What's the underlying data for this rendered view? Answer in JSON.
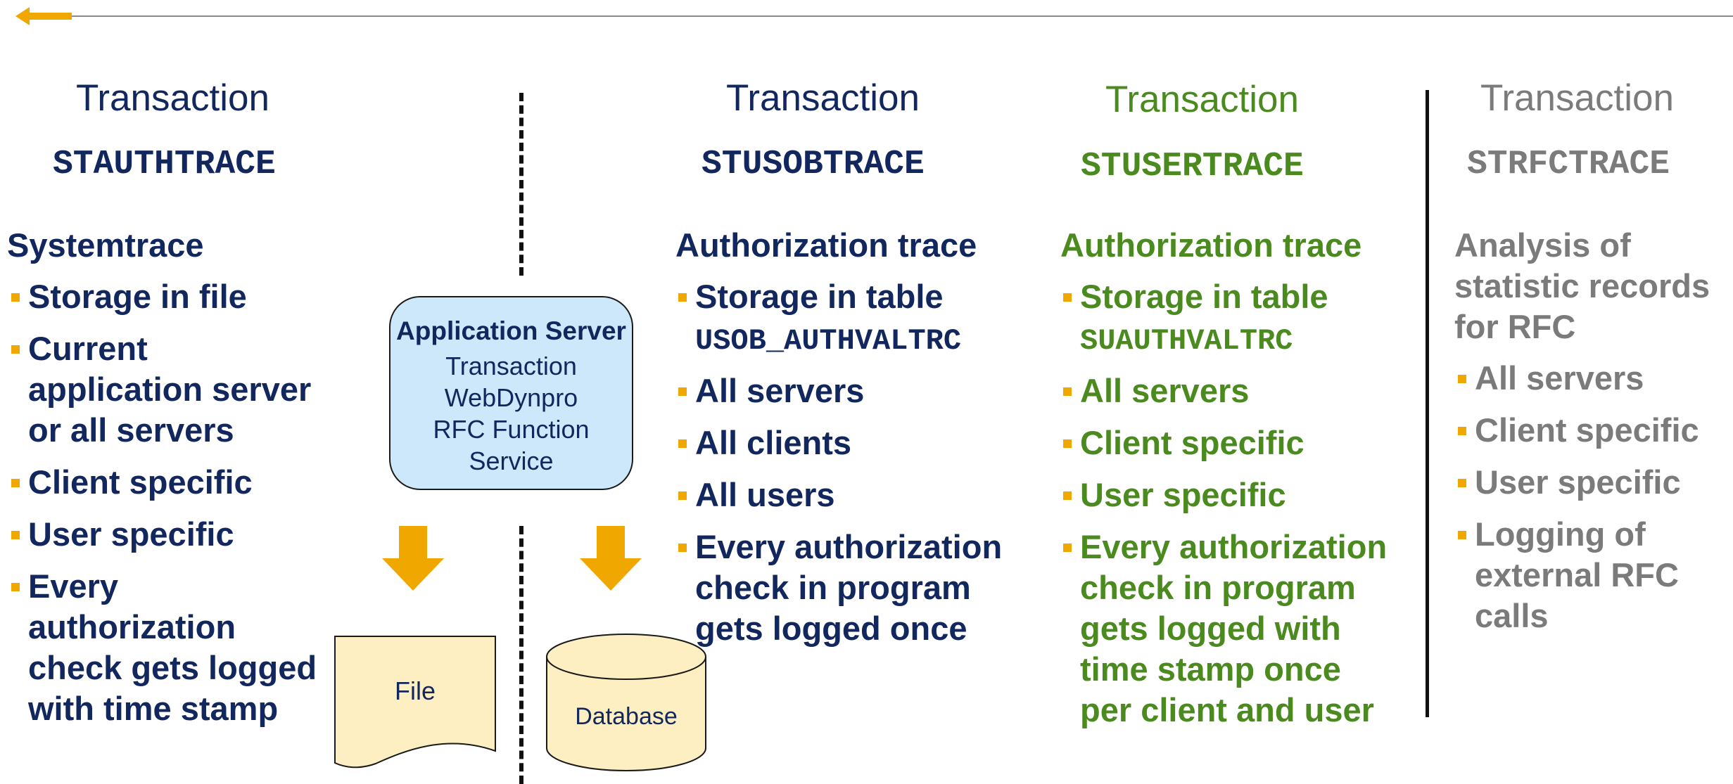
{
  "colors": {
    "navy": "#12275e",
    "green": "#4b8a1e",
    "grey": "#7b7b7b",
    "accent_orange": "#f0a800",
    "box_blue": "#cde8fb",
    "cream": "#fdefc2"
  },
  "icons": {
    "back": "left-arrow-icon",
    "down": "down-arrow-icon"
  },
  "col1": {
    "transaction_label": "Transaction",
    "code": "STAUTHTRACE",
    "heading": "Systemtrace",
    "items": [
      {
        "lines": [
          "Storage in file"
        ]
      },
      {
        "lines": [
          "Current",
          "application server",
          "or all servers"
        ]
      },
      {
        "lines": [
          "Client specific"
        ]
      },
      {
        "lines": [
          "User specific"
        ]
      },
      {
        "lines": [
          "Every",
          "authorization",
          "check gets logged",
          "with time stamp"
        ]
      }
    ]
  },
  "app_server": {
    "title": "Application Server",
    "lines": [
      "Transaction",
      "WebDynpro",
      "RFC Function",
      "Service"
    ]
  },
  "file_label": "File",
  "database_label": "Database",
  "col2": {
    "transaction_label": "Transaction",
    "code": "STUSOBTRACE",
    "heading": "Authorization trace",
    "item1_text": "Storage in table",
    "item1_code": "USOB_AUTHVALTRC",
    "items": [
      {
        "lines": [
          "All servers"
        ]
      },
      {
        "lines": [
          "All clients"
        ]
      },
      {
        "lines": [
          "All users"
        ]
      },
      {
        "lines": [
          "Every authorization",
          "check in program",
          "gets logged once"
        ]
      }
    ]
  },
  "col3": {
    "transaction_label": "Transaction",
    "code": "STUSERTRACE",
    "heading": "Authorization trace",
    "item1_text": "Storage in table",
    "item1_code": "SUAUTHVALTRC",
    "items": [
      {
        "lines": [
          "All servers"
        ]
      },
      {
        "lines": [
          "Client specific"
        ]
      },
      {
        "lines": [
          "User specific"
        ]
      },
      {
        "lines": [
          "Every authorization",
          "check in program",
          "gets logged with",
          "time stamp once",
          "per client and user"
        ]
      }
    ]
  },
  "col4": {
    "transaction_label": "Transaction",
    "code": "STRFCTRACE",
    "heading_lines": [
      "Analysis of",
      "statistic records",
      "for RFC"
    ],
    "items": [
      {
        "lines": [
          "All servers"
        ]
      },
      {
        "lines": [
          "Client specific"
        ]
      },
      {
        "lines": [
          "User specific"
        ]
      },
      {
        "lines": [
          "Logging of",
          "external RFC",
          "calls"
        ]
      }
    ]
  }
}
